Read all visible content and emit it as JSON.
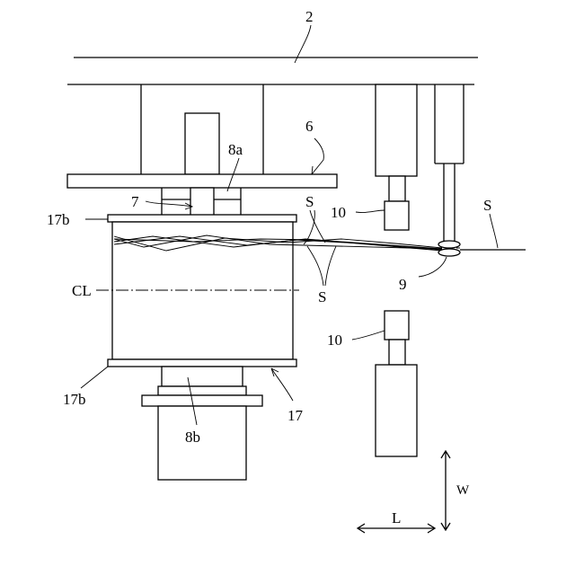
{
  "labels": {
    "frame": "2",
    "plate": "6",
    "hub_top": "8a",
    "hub_bottom": "8b",
    "chuck": "7",
    "flange_top": "17b",
    "flange_bottom": "17b",
    "bobbin": "17",
    "guide_roller": "9",
    "sensor_top": "10",
    "sensor_bottom": "10",
    "yarn_right": "S",
    "yarn_upper": "S",
    "yarn_lower": "S",
    "center_line": "CL",
    "dir_length": "L",
    "dir_width": "W"
  },
  "colors": {
    "line": "#000000",
    "background": "#ffffff"
  }
}
